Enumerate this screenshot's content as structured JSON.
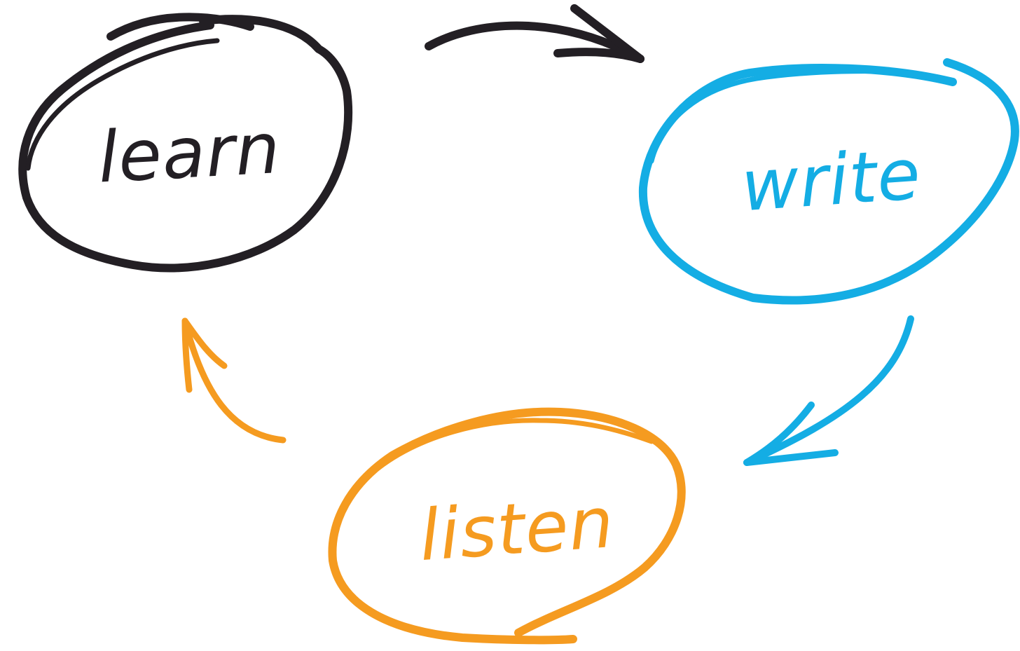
{
  "diagram": {
    "colors": {
      "learn": "#231f24",
      "write": "#14ade4",
      "listen": "#f59b20"
    },
    "nodes": [
      {
        "id": "learn",
        "label": "learn"
      },
      {
        "id": "write",
        "label": "write"
      },
      {
        "id": "listen",
        "label": "listen"
      }
    ],
    "edges": [
      {
        "from": "learn",
        "to": "write"
      },
      {
        "from": "write",
        "to": "listen"
      },
      {
        "from": "listen",
        "to": "learn"
      }
    ]
  }
}
